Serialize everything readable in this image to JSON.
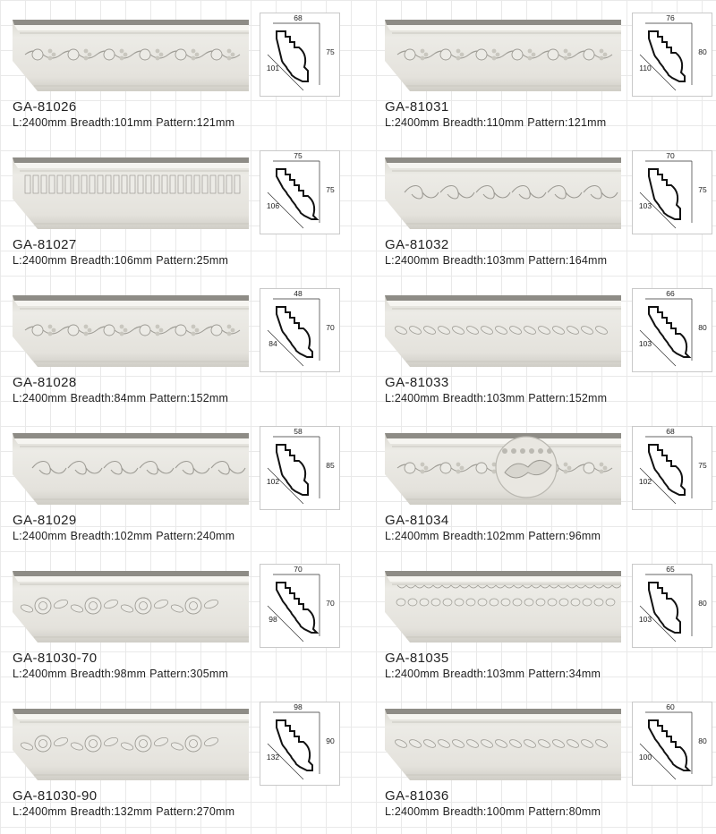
{
  "products": [
    {
      "code": "GA-81026",
      "length": "L:2400mm",
      "breadth": "Breadth:101mm",
      "pattern": "Pattern:121mm",
      "dim_top": "68",
      "dim_right": "75",
      "dim_left": "101",
      "ornament": "grape-vine-motif"
    },
    {
      "code": "GA-81031",
      "length": "L:2400mm",
      "breadth": "Breadth:110mm",
      "pattern": "Pattern:121mm",
      "dim_top": "76",
      "dim_right": "80",
      "dim_left": "110",
      "ornament": "grape-vine-motif"
    },
    {
      "code": "GA-81027",
      "length": "L:2400mm",
      "breadth": "Breadth:106mm",
      "pattern": "Pattern:25mm",
      "dim_top": "75",
      "dim_right": "75",
      "dim_left": "106",
      "ornament": "dentil-blocks"
    },
    {
      "code": "GA-81032",
      "length": "L:2400mm",
      "breadth": "Breadth:103mm",
      "pattern": "Pattern:164mm",
      "dim_top": "70",
      "dim_right": "75",
      "dim_left": "103",
      "ornament": "scroll-motif"
    },
    {
      "code": "GA-81028",
      "length": "L:2400mm",
      "breadth": "Breadth:84mm",
      "pattern": "Pattern:152mm",
      "dim_top": "48",
      "dim_right": "70",
      "dim_left": "84",
      "ornament": "floral-vine-motif"
    },
    {
      "code": "GA-81033",
      "length": "L:2400mm",
      "breadth": "Breadth:103mm",
      "pattern": "Pattern:152mm",
      "dim_top": "66",
      "dim_right": "80",
      "dim_left": "103",
      "ornament": "leaf-band-motif"
    },
    {
      "code": "GA-81029",
      "length": "L:2400mm",
      "breadth": "Breadth:102mm",
      "pattern": "Pattern:240mm",
      "dim_top": "58",
      "dim_right": "85",
      "dim_left": "102",
      "ornament": "scroll-motif"
    },
    {
      "code": "GA-81034",
      "length": "L:2400mm",
      "breadth": "Breadth:102mm",
      "pattern": "Pattern:96mm",
      "dim_top": "68",
      "dim_right": "75",
      "dim_left": "102",
      "ornament": "leaf-bead-motif-with-magnifier"
    },
    {
      "code": "GA-81030-70",
      "length": "L:2400mm",
      "breadth": "Breadth:98mm",
      "pattern": "Pattern:305mm",
      "dim_top": "70",
      "dim_right": "70",
      "dim_left": "98",
      "ornament": "rose-motif"
    },
    {
      "code": "GA-81035",
      "length": "L:2400mm",
      "breadth": "Breadth:103mm",
      "pattern": "Pattern:34mm",
      "dim_top": "65",
      "dim_right": "80",
      "dim_left": "103",
      "ornament": "egg-and-dart-motif"
    },
    {
      "code": "GA-81030-90",
      "length": "L:2400mm",
      "breadth": "Breadth:132mm",
      "pattern": "Pattern:270mm",
      "dim_top": "98",
      "dim_right": "90",
      "dim_left": "132",
      "ornament": "rose-motif"
    },
    {
      "code": "GA-81036",
      "length": "L:2400mm",
      "breadth": "Breadth:100mm",
      "pattern": "Pattern:80mm",
      "dim_top": "60",
      "dim_right": "80",
      "dim_left": "100",
      "ornament": "leaf-chain-motif"
    }
  ],
  "colors": {
    "plaster": "#ecebe6",
    "plaster_shade": "#c9c7bf",
    "plaster_dark": "#9d9b94",
    "grid": "#e9e9e9"
  }
}
